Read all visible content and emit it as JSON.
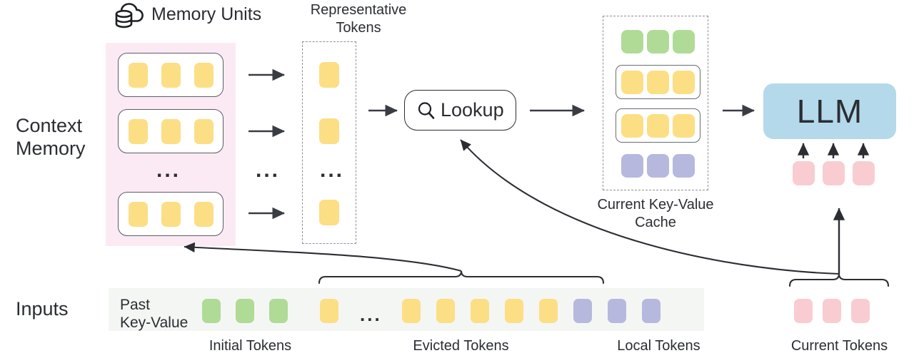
{
  "palette": {
    "yellow": "#FCDE85",
    "green": "#AFDB96",
    "purple": "#B7B8DE",
    "pink": "#F9CCD2",
    "blue": "#B4D9EB",
    "memory_panel_bg": "#FBEAF4",
    "inputs_strip_bg": "#F4F6F4",
    "stroke": "#2B2D33",
    "dashed_stroke": "#8D8F96"
  },
  "labels": {
    "memory_units": "Memory Units",
    "representative_tokens": "Representative\nTokens",
    "context_memory": "Context\nMemory",
    "inputs": "Inputs",
    "past_key_value": "Past\nKey-Value",
    "current_kv_cache": "Current Key-Value\nCache",
    "lookup": "Lookup",
    "llm": "LLM",
    "initial_tokens": "Initial Tokens",
    "evicted_tokens": "Evicted Tokens",
    "local_tokens": "Local Tokens",
    "current_tokens": "Current Tokens",
    "ellipsis": "..."
  },
  "icons": {
    "cloud_database": "cloud-database-icon",
    "search": "search-icon"
  },
  "context_memory": {
    "units": [
      {
        "tokens": [
          "yellow",
          "yellow",
          "yellow"
        ]
      },
      {
        "tokens": [
          "yellow",
          "yellow",
          "yellow"
        ]
      },
      {
        "tokens": [
          "yellow",
          "yellow",
          "yellow"
        ]
      }
    ],
    "unit_count_visible": 3,
    "ellipsis_between": true
  },
  "representative_tokens": {
    "tokens": [
      "yellow",
      "yellow",
      "yellow"
    ],
    "ellipsis_between": true
  },
  "kv_cache": {
    "rows": [
      {
        "grouped": false,
        "tokens": [
          "green",
          "green",
          "green"
        ]
      },
      {
        "grouped": true,
        "tokens": [
          "yellow",
          "yellow",
          "yellow"
        ]
      },
      {
        "grouped": true,
        "tokens": [
          "yellow",
          "yellow",
          "yellow"
        ]
      },
      {
        "grouped": false,
        "tokens": [
          "purple",
          "purple",
          "purple"
        ]
      }
    ]
  },
  "llm_inputs": {
    "tokens": [
      "pink",
      "pink",
      "pink"
    ],
    "arrow_count": 3
  },
  "inputs_row": {
    "segments": [
      {
        "name": "initial",
        "label": "Initial Tokens",
        "tokens": [
          "green",
          "green",
          "green"
        ]
      },
      {
        "name": "evicted",
        "label": "Evicted Tokens",
        "tokens": [
          "yellow",
          "ellipsis",
          "yellow",
          "yellow",
          "yellow",
          "yellow",
          "yellow"
        ]
      },
      {
        "name": "local",
        "label": "Local Tokens",
        "tokens": [
          "purple",
          "purple",
          "purple"
        ]
      }
    ],
    "current": {
      "name": "current",
      "label": "Current Tokens",
      "tokens": [
        "pink",
        "pink",
        "pink"
      ]
    }
  }
}
